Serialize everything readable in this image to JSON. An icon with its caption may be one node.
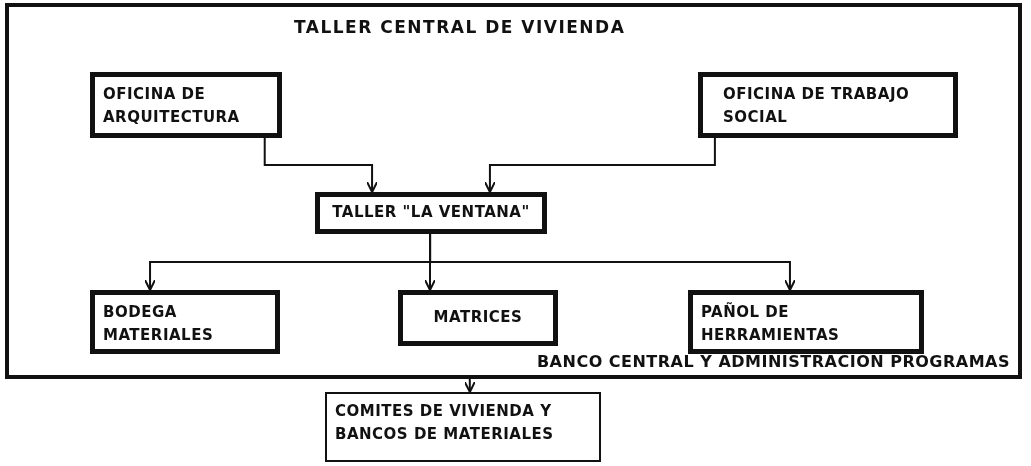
{
  "diagram": {
    "nodes": [
      {
        "text": [
          "TALLER CENTRAL DE VIVIENDA",
          "BANCO CENTRAL Y ADMINISTRACION PROGRAMAS"
        ]
      },
      {
        "text": [
          "OFICINA DE ARQUITECTURA"
        ],
        "in": 0
      },
      {
        "text": [
          "OFICINA DE TRABAJO SOCIAL"
        ],
        "in": 0
      },
      {
        "text": [
          "TALLER \"LA VENTANA\""
        ],
        "in": 0
      },
      {
        "text": [
          "BODEGA MATERIALES"
        ],
        "in": 0
      },
      {
        "text": [
          "MATRICES"
        ],
        "in": 0
      },
      {
        "text": [
          "PAÑOL DE HERRAMIENTAS"
        ],
        "in": 0
      },
      {
        "text": [
          "COMITES DE VIVIENDA Y BANCOS DE MATERIALES"
        ]
      }
    ],
    "edges": [
      {
        "from": 1,
        "to": 3,
        "arrow": "to"
      },
      {
        "from": 2,
        "to": 3,
        "arrow": "to"
      },
      {
        "from": 3,
        "to": 4,
        "arrow": "to"
      },
      {
        "from": 3,
        "to": 5,
        "arrow": "to"
      },
      {
        "from": 3,
        "to": 6,
        "arrow": "to"
      },
      {
        "from": 0,
        "to": 7,
        "arrow": "to"
      }
    ]
  }
}
